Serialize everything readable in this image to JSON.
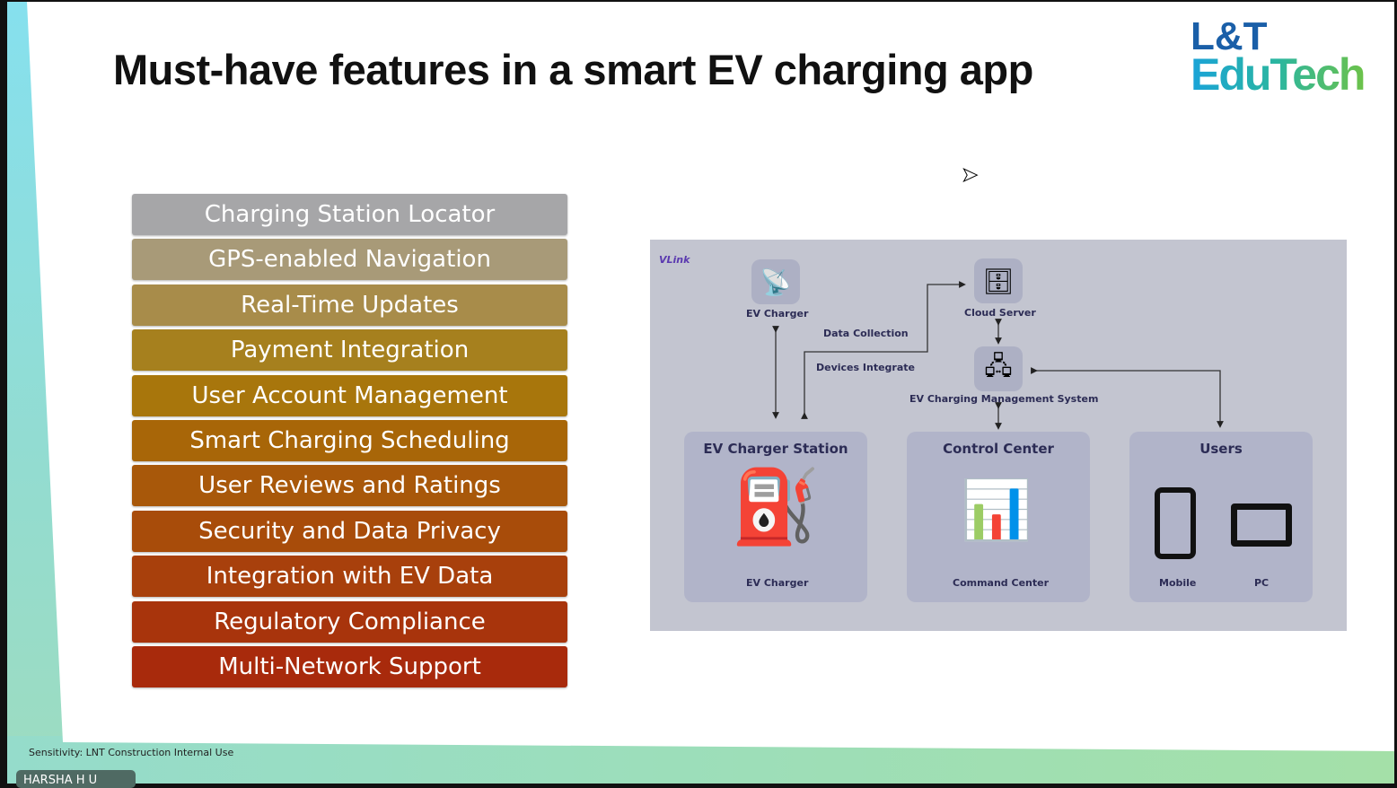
{
  "title": "Must-have features in a smart EV charging app",
  "logo": {
    "line1": "L&T",
    "line2": "EduTech"
  },
  "features": [
    {
      "label": "Charging Station Locator",
      "color": "#a6a6a8"
    },
    {
      "label": "GPS-enabled Navigation",
      "color": "#a89a78"
    },
    {
      "label": "Real-Time Updates",
      "color": "#a88c4a"
    },
    {
      "label": "Payment Integration",
      "color": "#a6801e"
    },
    {
      "label": "User Account Management",
      "color": "#a8760c"
    },
    {
      "label": "Smart Charging Scheduling",
      "color": "#a86608"
    },
    {
      "label": "User Reviews and Ratings",
      "color": "#a8580a"
    },
    {
      "label": "Security and Data Privacy",
      "color": "#a84c0a"
    },
    {
      "label": "Integration with EV Data",
      "color": "#a8400c"
    },
    {
      "label": "Regulatory Compliance",
      "color": "#a8340c"
    },
    {
      "label": "Multi-Network Support",
      "color": "#a82a0c"
    }
  ],
  "diagram": {
    "brand": "VLink",
    "ev_charger": "EV Charger",
    "cloud_server": "Cloud Server",
    "data_collection": "Data Collection",
    "devices_integrate": "Devices Integrate",
    "ems": "EV Charging Management System",
    "cards": [
      {
        "title": "EV Charger Station",
        "items": [
          "EV Charger"
        ]
      },
      {
        "title": "Control Center",
        "items": [
          "Command Center"
        ]
      },
      {
        "title": "Users",
        "items": [
          "Mobile",
          "PC"
        ]
      }
    ]
  },
  "footer": {
    "sensitivity": "Sensitivity: LNT Construction Internal Use",
    "participant": "HARSHA H U"
  }
}
